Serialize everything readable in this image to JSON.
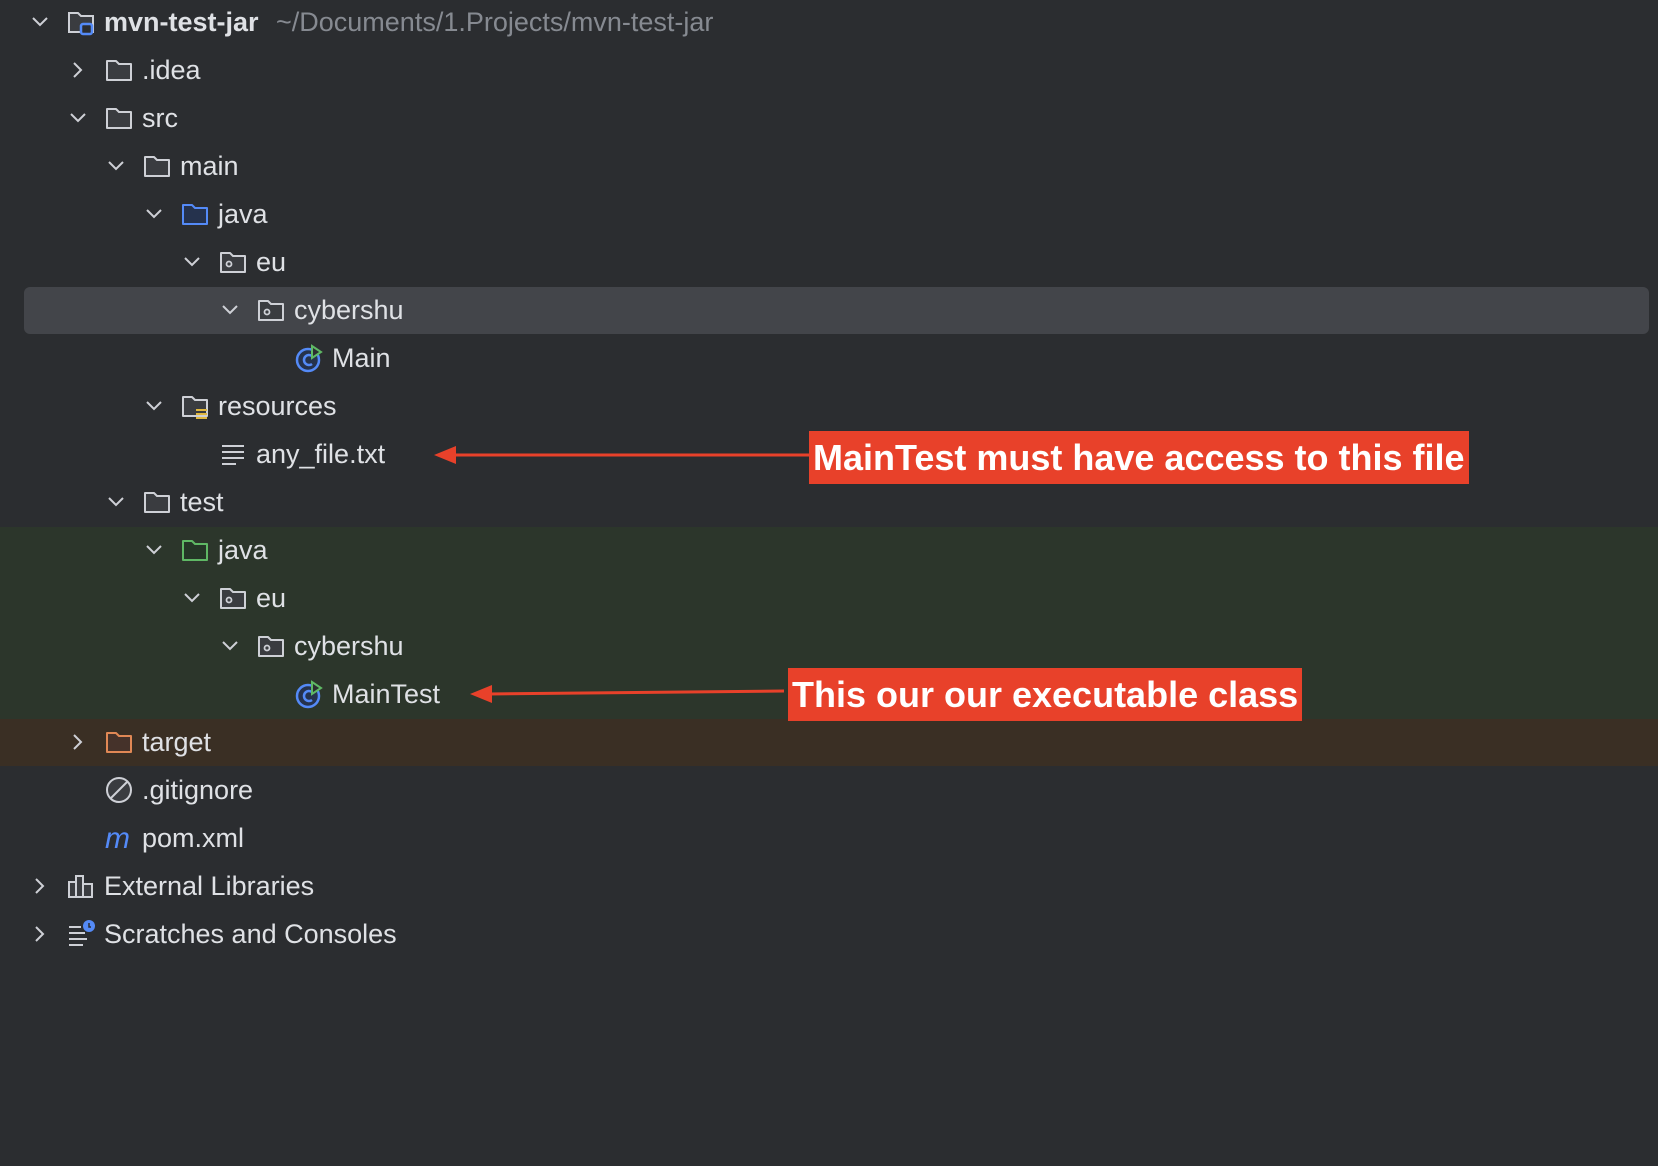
{
  "tree": [
    {
      "label": "mvn-test-jar",
      "path": "~/Documents/1.Projects/mvn-test-jar",
      "level": 0,
      "chev": "down",
      "icon": "project-folder",
      "bold": true
    },
    {
      "label": ".idea",
      "level": 1,
      "chev": "right",
      "icon": "folder"
    },
    {
      "label": "src",
      "level": 1,
      "chev": "down",
      "icon": "folder"
    },
    {
      "label": "main",
      "level": 2,
      "chev": "down",
      "icon": "folder"
    },
    {
      "label": "java",
      "level": 3,
      "chev": "down",
      "icon": "source-folder"
    },
    {
      "label": "eu",
      "level": 4,
      "chev": "down",
      "icon": "package"
    },
    {
      "label": "cybershu",
      "level": 5,
      "chev": "down",
      "icon": "package",
      "selected": true
    },
    {
      "label": "Main",
      "level": 6,
      "chev": "none",
      "icon": "java-class-runnable"
    },
    {
      "label": "resources",
      "level": 3,
      "chev": "down",
      "icon": "resources-folder"
    },
    {
      "label": "any_file.txt",
      "level": 4,
      "chev": "none",
      "icon": "text-file"
    },
    {
      "label": "test",
      "level": 2,
      "chev": "down",
      "icon": "folder"
    },
    {
      "label": "java",
      "level": 3,
      "chev": "down",
      "icon": "test-folder"
    },
    {
      "label": "eu",
      "level": 4,
      "chev": "down",
      "icon": "package"
    },
    {
      "label": "cybershu",
      "level": 5,
      "chev": "down",
      "icon": "package"
    },
    {
      "label": "MainTest",
      "level": 6,
      "chev": "none",
      "icon": "java-class-runnable"
    },
    {
      "label": "target",
      "level": 1,
      "chev": "right",
      "icon": "excluded-folder"
    },
    {
      "label": ".gitignore",
      "level": 1,
      "chev": "none",
      "icon": "ignore-file"
    },
    {
      "label": "pom.xml",
      "level": 1,
      "chev": "none",
      "icon": "maven-file"
    },
    {
      "label": "External Libraries",
      "level": 0,
      "chev": "right",
      "icon": "libraries"
    },
    {
      "label": "Scratches and Consoles",
      "level": 0,
      "chev": "right",
      "icon": "scratches"
    }
  ],
  "annotations": [
    {
      "text": "MainTest must have access to this file"
    },
    {
      "text": "This our our executable class"
    }
  ],
  "colors": {
    "background": "#2b2d30",
    "selected": "#43454a",
    "test_band": "#2c362b",
    "excluded_band": "#3a2f24",
    "annotation": "#e8412a",
    "accent_blue": "#548af7"
  }
}
